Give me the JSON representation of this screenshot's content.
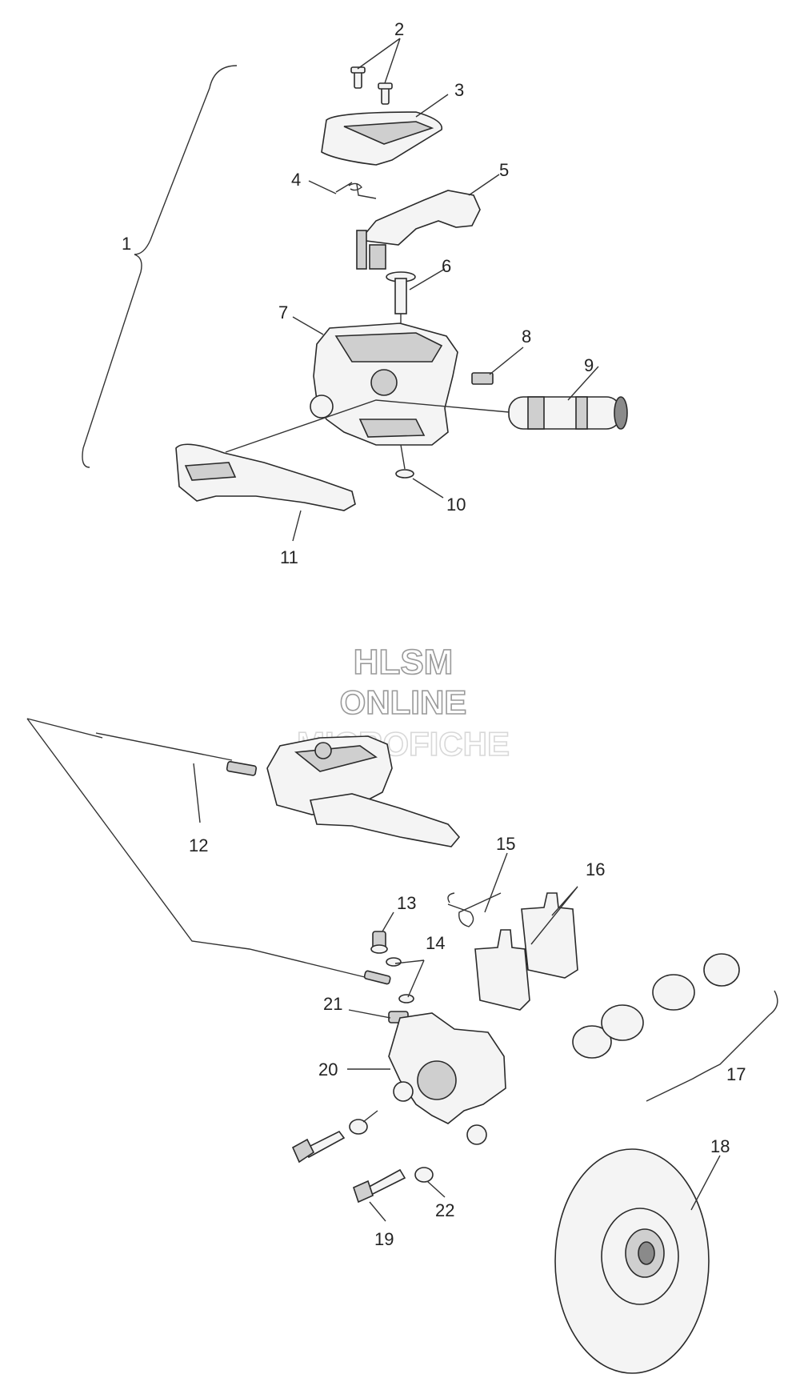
{
  "watermark": {
    "line1": "HLSM",
    "line2": "ONLINE",
    "line3": "MICROFICHE"
  },
  "callouts": {
    "c1": "1",
    "c2": "2",
    "c3": "3",
    "c4": "4",
    "c5": "5",
    "c6": "6",
    "c7": "7",
    "c8": "8",
    "c9": "9",
    "c10": "10",
    "c11": "11",
    "c12": "12",
    "c13": "13",
    "c14": "14",
    "c15": "15",
    "c16": "16",
    "c17": "17",
    "c18": "18",
    "c19": "19",
    "c20": "20",
    "c21": "21",
    "c22": "22"
  }
}
